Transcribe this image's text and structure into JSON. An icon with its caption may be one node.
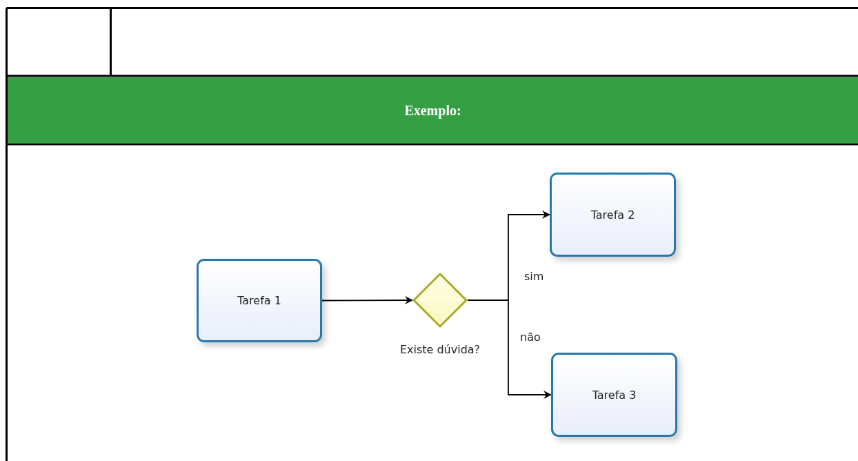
{
  "diagram": {
    "nodes": [
      {
        "text": [
          "Exemplo:"
        ]
      },
      {
        "text": [
          "Tarefa 1"
        ]
      },
      {
        "text": [],
        "shape": "diamond",
        "beside": [
          "Existe dúvida?"
        ]
      },
      {
        "text": [
          "Tarefa 2"
        ]
      },
      {
        "text": [
          "Tarefa 3"
        ]
      }
    ],
    "edges": [
      {
        "from": 1,
        "to": 2,
        "arrow": "to"
      },
      {
        "from": 2,
        "to": 3,
        "arrow": "to",
        "label": "sim"
      },
      {
        "from": 2,
        "to": 4,
        "arrow": "to",
        "label": "não"
      }
    ]
  }
}
